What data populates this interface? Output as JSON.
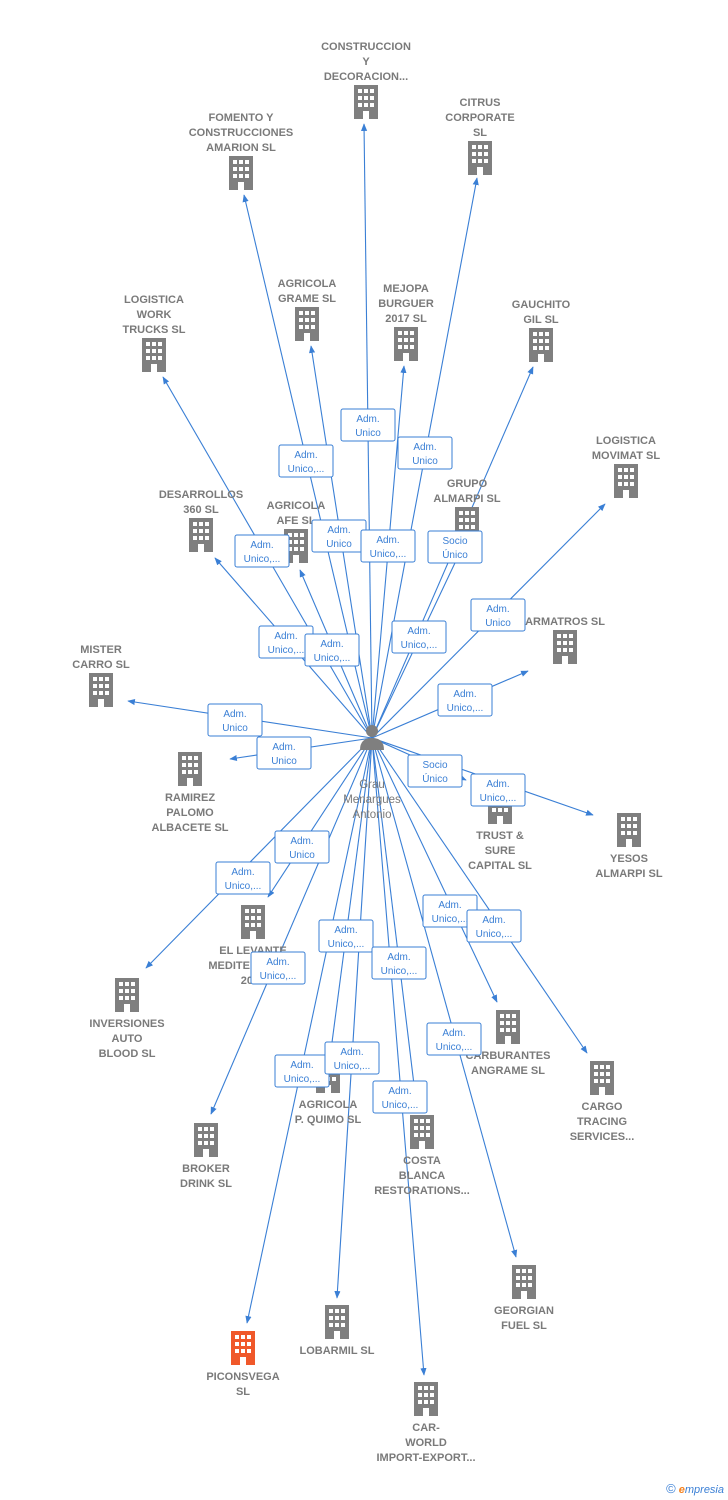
{
  "colors": {
    "edge": "#3a7fd5",
    "node": "#7f7f7f",
    "highlight": "#f0582a"
  },
  "center": {
    "lines": [
      "Grau",
      "Menargues",
      "Antonio"
    ]
  },
  "nodes": [
    {
      "id": "construccion",
      "lines": [
        "CONSTRUCCION",
        "Y",
        "DECORACION..."
      ]
    },
    {
      "id": "fomento",
      "lines": [
        "FOMENTO Y",
        "CONSTRUCCIONES",
        "AMARION SL"
      ]
    },
    {
      "id": "citrus",
      "lines": [
        "CITRUS",
        "CORPORATE",
        "SL"
      ]
    },
    {
      "id": "agricola_grame",
      "lines": [
        "AGRICOLA",
        "GRAME SL"
      ]
    },
    {
      "id": "mejopa",
      "lines": [
        "MEJOPA",
        "BURGUER",
        "2017 SL"
      ]
    },
    {
      "id": "gauchito",
      "lines": [
        "GAUCHITO",
        "GIL SL"
      ]
    },
    {
      "id": "logistica_work",
      "lines": [
        "LOGISTICA",
        "WORK",
        "TRUCKS SL"
      ]
    },
    {
      "id": "logistica_movimat",
      "lines": [
        "LOGISTICA",
        "MOVIMAT SL"
      ]
    },
    {
      "id": "grupo_almarpi",
      "lines": [
        "GRUPO",
        "ALMARPI SL"
      ]
    },
    {
      "id": "desarrollos",
      "lines": [
        "DESARROLLOS",
        "360 SL"
      ]
    },
    {
      "id": "agricola_afe",
      "lines": [
        "AGRICOLA",
        "AFE SL"
      ]
    },
    {
      "id": "armatros",
      "lines": [
        "ARMATROS SL"
      ]
    },
    {
      "id": "mister_carro",
      "lines": [
        "MISTER",
        "CARRO SL"
      ]
    },
    {
      "id": "ramirez",
      "lines": [
        "RAMIREZ",
        "PALOMO",
        "ALBACETE SL"
      ]
    },
    {
      "id": "trust",
      "lines": [
        "TRUST &",
        "SURE",
        "CAPITAL SL"
      ]
    },
    {
      "id": "yesos",
      "lines": [
        "YESOS",
        "ALMARPI SL"
      ]
    },
    {
      "id": "el_levante",
      "lines": [
        "EL LEVANTE",
        "MEDITERRANEO",
        "2018"
      ]
    },
    {
      "id": "inversiones",
      "lines": [
        "INVERSIONES",
        "AUTO",
        "BLOOD SL"
      ]
    },
    {
      "id": "carburantes",
      "lines": [
        "CARBURANTES",
        "ANGRAME SL"
      ]
    },
    {
      "id": "cargo",
      "lines": [
        "CARGO",
        "TRACING",
        "SERVICES..."
      ]
    },
    {
      "id": "agricola_quimo",
      "lines": [
        "AGRICOLA",
        "P. QUIMO SL"
      ]
    },
    {
      "id": "broker",
      "lines": [
        "BROKER",
        "DRINK SL"
      ]
    },
    {
      "id": "costa",
      "lines": [
        "COSTA",
        "BLANCA",
        "RESTORATIONS..."
      ]
    },
    {
      "id": "georgian",
      "lines": [
        "GEORGIAN",
        "FUEL SL"
      ]
    },
    {
      "id": "lobarmil",
      "lines": [
        "LOBARMIL SL"
      ]
    },
    {
      "id": "piconsvega",
      "lines": [
        "PICONSVEGA",
        "SL"
      ],
      "highlight": true
    },
    {
      "id": "car_world",
      "lines": [
        "CAR-",
        "WORLD",
        "IMPORT-EXPORT..."
      ]
    }
  ],
  "edge_labels": [
    {
      "id": "l_construccion",
      "lines": [
        "Adm.",
        "Unico"
      ]
    },
    {
      "id": "l_citrus",
      "lines": [
        "Adm.",
        "Unico"
      ]
    },
    {
      "id": "l_fomento",
      "lines": [
        "Adm.",
        "Unico,..."
      ]
    },
    {
      "id": "l_agricola_grame",
      "lines": [
        "Adm.",
        "Unico"
      ]
    },
    {
      "id": "l_mejopa",
      "lines": [
        "Adm.",
        "Unico,..."
      ]
    },
    {
      "id": "l_gauchito",
      "lines": [
        "Socio",
        "Único"
      ]
    },
    {
      "id": "l_logistica_work",
      "lines": [
        "Adm.",
        "Unico,..."
      ]
    },
    {
      "id": "l_logistica_movimat",
      "lines": [
        "Adm.",
        "Unico"
      ]
    },
    {
      "id": "l_desarrollos",
      "lines": [
        "Adm.",
        "Unico,..."
      ]
    },
    {
      "id": "l_agricola_afe",
      "lines": [
        "Adm.",
        "Unico,..."
      ]
    },
    {
      "id": "l_grupo_almarpi",
      "lines": [
        "Adm.",
        "Unico,..."
      ]
    },
    {
      "id": "l_armatros",
      "lines": [
        "Adm.",
        "Unico,..."
      ]
    },
    {
      "id": "l_mister_carro",
      "lines": [
        "Adm.",
        "Unico"
      ]
    },
    {
      "id": "l_ramirez",
      "lines": [
        "Adm.",
        "Unico"
      ]
    },
    {
      "id": "l_trust",
      "lines": [
        "Socio",
        "Único"
      ]
    },
    {
      "id": "l_yesos",
      "lines": [
        "Adm.",
        "Unico,..."
      ]
    },
    {
      "id": "l_el_levante",
      "lines": [
        "Adm.",
        "Unico"
      ]
    },
    {
      "id": "l_inversiones",
      "lines": [
        "Adm.",
        "Unico,..."
      ]
    },
    {
      "id": "l_lobarmil",
      "lines": [
        "Adm.",
        "Unico,..."
      ]
    },
    {
      "id": "l_broker",
      "lines": [
        "Adm.",
        "Unico,..."
      ]
    },
    {
      "id": "l_costa",
      "lines": [
        "Adm.",
        "Unico,..."
      ]
    },
    {
      "id": "l_carburantes",
      "lines": [
        "Adm.",
        "Unico,..."
      ]
    },
    {
      "id": "l_cargo",
      "lines": [
        "Adm.",
        "Unico,..."
      ]
    },
    {
      "id": "l_piconsvega",
      "lines": [
        "Adm.",
        "Unico,..."
      ]
    },
    {
      "id": "l_agricola_quimo",
      "lines": [
        "Adm.",
        "Unico,..."
      ]
    },
    {
      "id": "l_georgian",
      "lines": [
        "Adm.",
        "Unico,..."
      ]
    },
    {
      "id": "l_car_world",
      "lines": [
        "Adm.",
        "Unico,..."
      ]
    }
  ],
  "brand": {
    "copyright": "©",
    "first_letter": "e",
    "rest": "mpresia"
  }
}
